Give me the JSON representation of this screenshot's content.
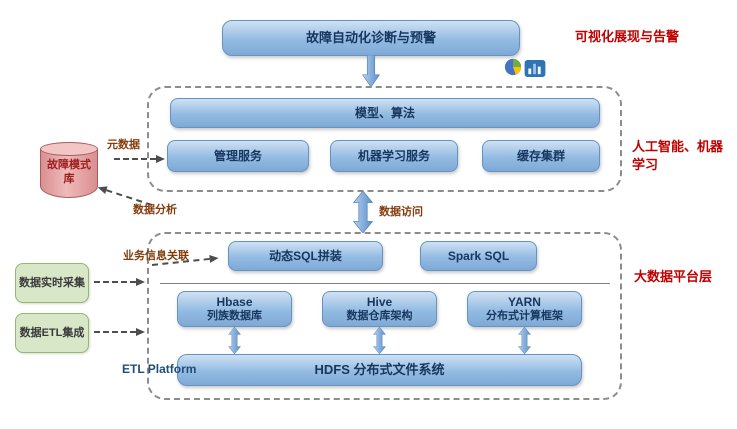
{
  "diagram": {
    "top_box": "故障自动化诊断与预警",
    "side_labels": {
      "visualization": "可视化展现与告警",
      "ai_ml": "人工智能、机器学习",
      "bigdata": "大数据平台层"
    },
    "ai_layer": {
      "model_box": "模型、算法",
      "service_boxes": [
        "管理服务",
        "机器学习服务",
        "缓存集群"
      ]
    },
    "cylinder_label": "故障模式库",
    "annotations": {
      "metadata": "元数据",
      "data_analysis": "数据分析",
      "data_access": "数据访问",
      "business_link": "业务信息关联",
      "etl_platform": "ETL Platform"
    },
    "bigdata_layer": {
      "sql_boxes": [
        "动态SQL拼装",
        "Spark SQL"
      ],
      "storage_boxes": [
        {
          "name": "Hbase",
          "desc": "列族数据库"
        },
        {
          "name": "Hive",
          "desc": "数据仓库架构"
        },
        {
          "name": "YARN",
          "desc": "分布式计算框架"
        }
      ],
      "hdfs_box": "HDFS 分布式文件系统"
    },
    "source_boxes": [
      "数据实时采集",
      "数据ETL集成"
    ]
  },
  "colors": {
    "box_fill": "#8fb8e0",
    "box_border": "#6593c4",
    "box_text": "#17375e",
    "red_label": "#c00000",
    "annotation_text": "#843c0c",
    "green_fill": "#d8e7c8",
    "green_border": "#94b86e",
    "cylinder_fill": "#e8a7a7",
    "cylinder_border": "#a95c5c",
    "etl_text": "#1f4e79",
    "arrow_blue": "#5b8fc7"
  }
}
